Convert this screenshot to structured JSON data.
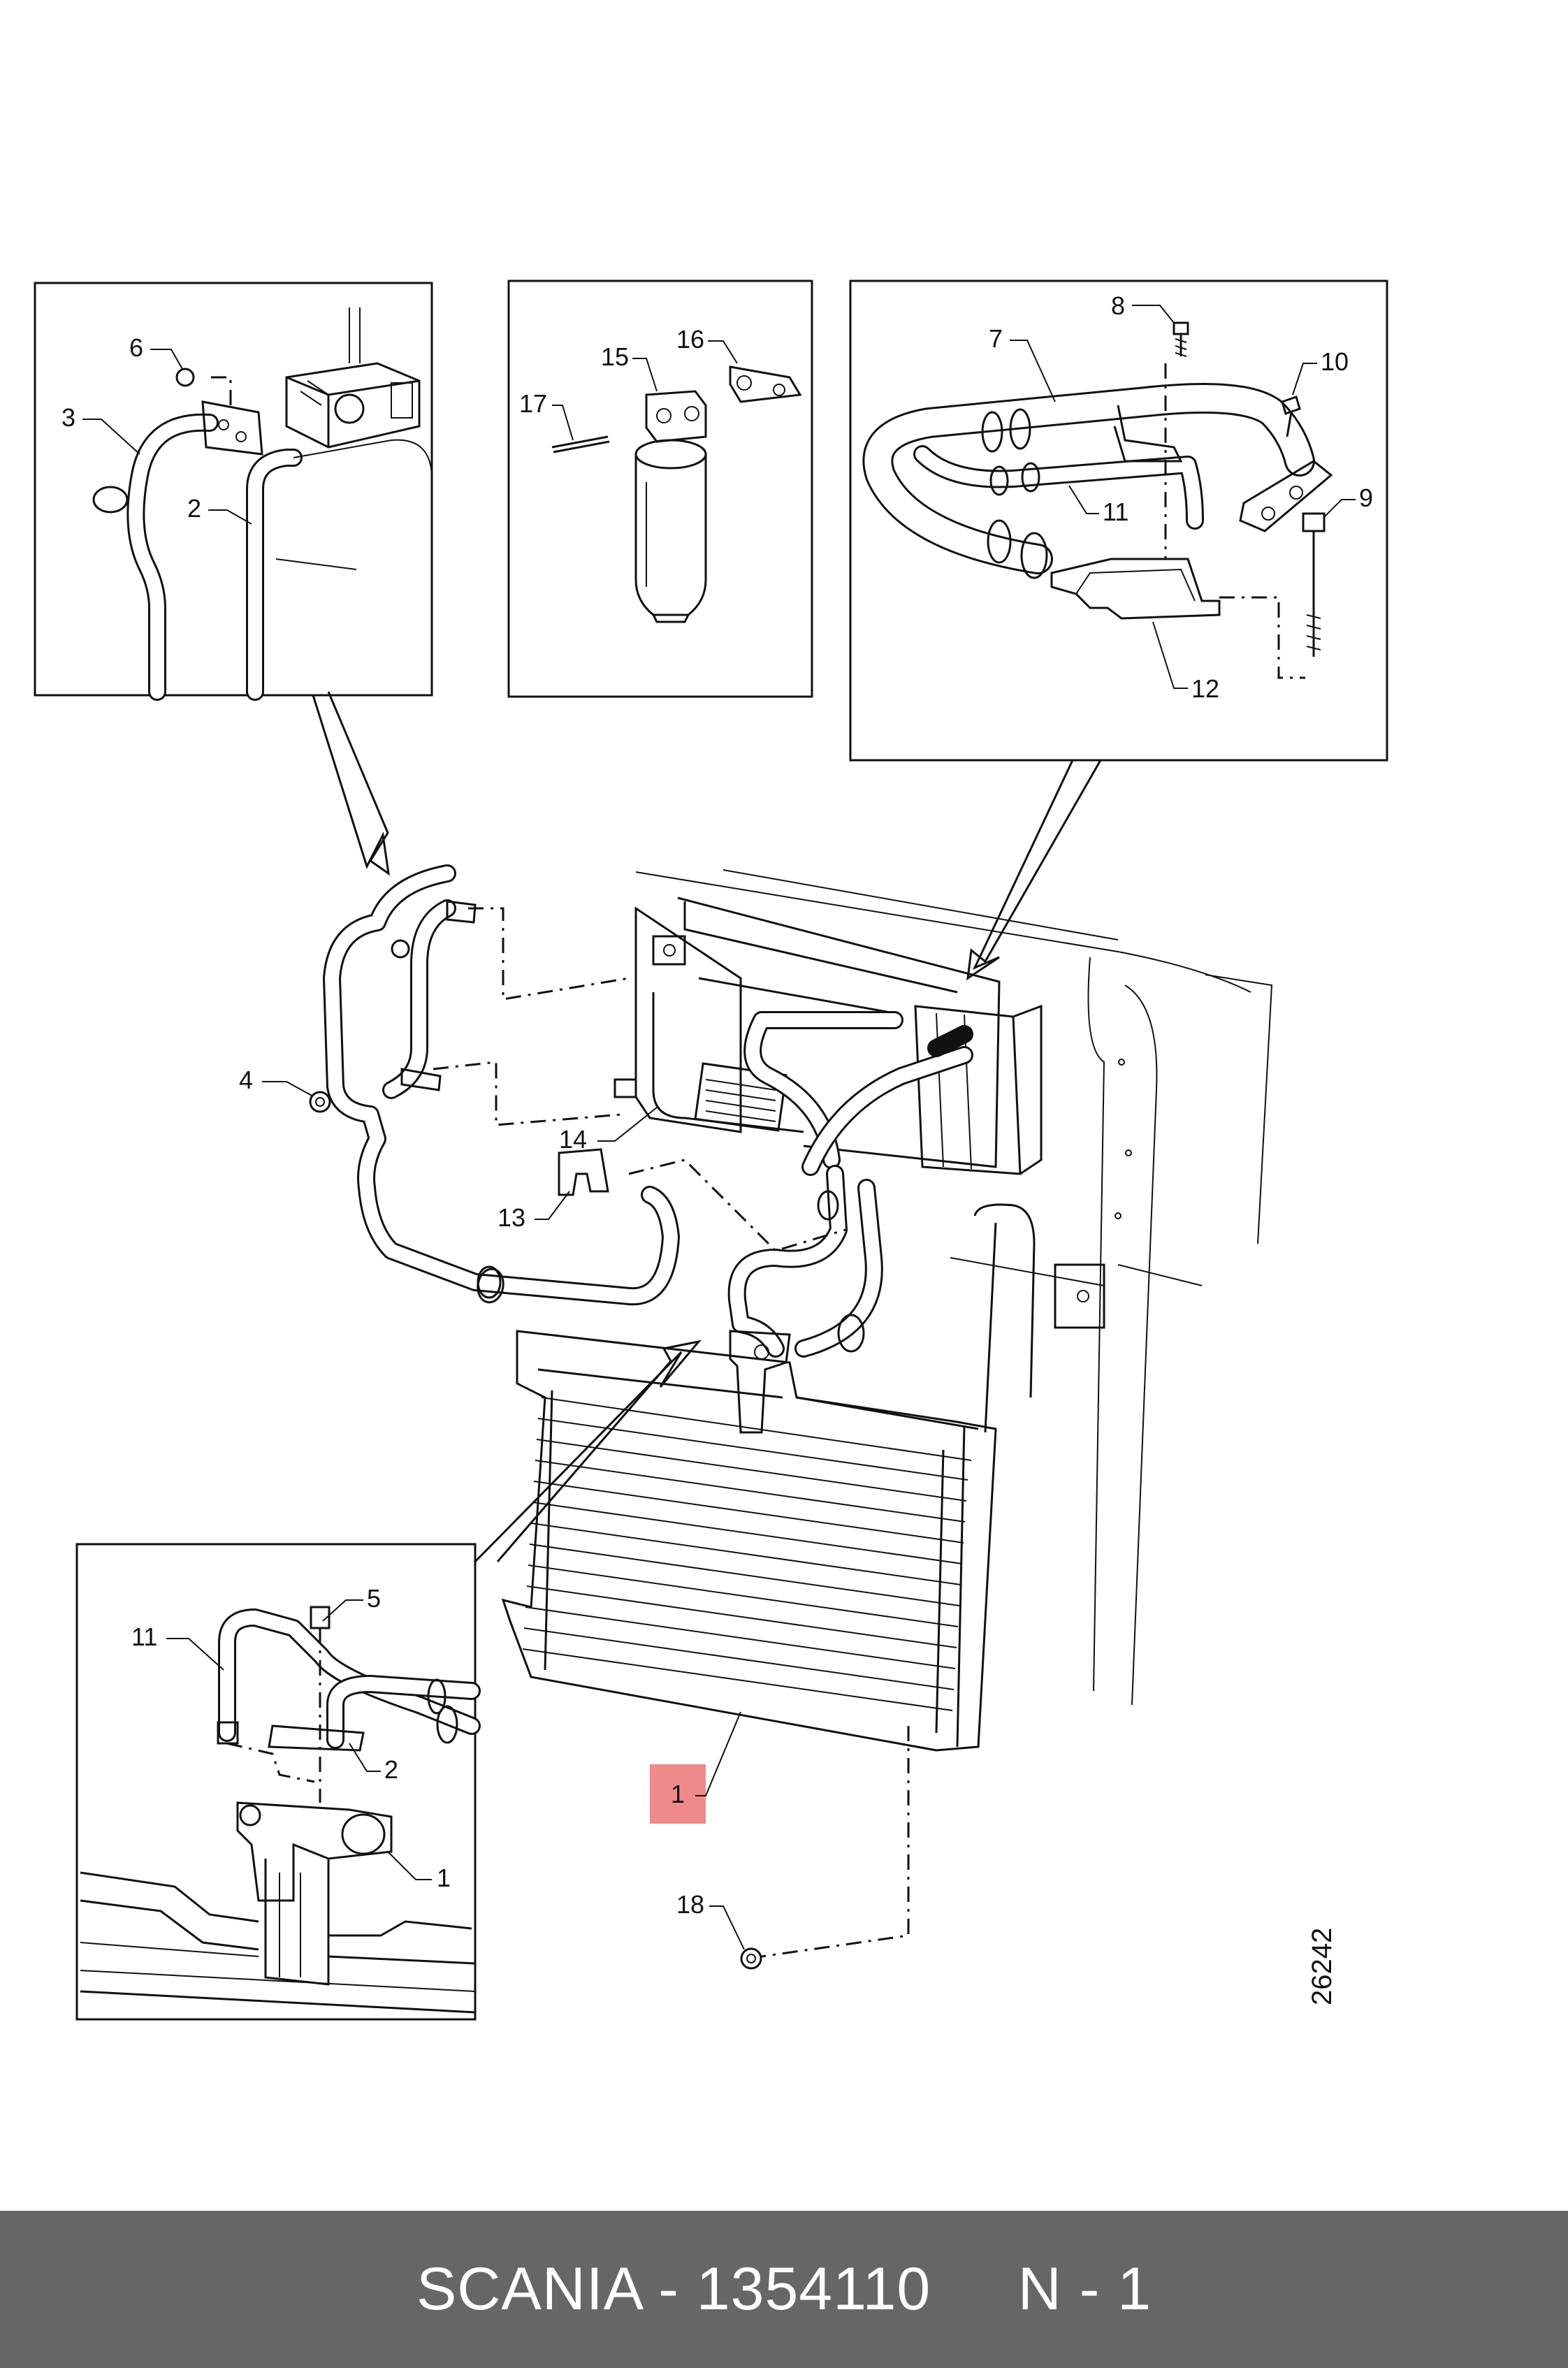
{
  "diagram": {
    "callouts": {
      "c1_main": "1",
      "c1_inset": "1",
      "c2_topleft": "2",
      "c2_inset": "2",
      "c3": "3",
      "c4": "4",
      "c5": "5",
      "c6": "6",
      "c7": "7",
      "c8": "8",
      "c9": "9",
      "c10": "10",
      "c11_topright": "11",
      "c11_inset": "11",
      "c12": "12",
      "c13": "13",
      "c14": "14",
      "c15": "15",
      "c16": "16",
      "c17": "17",
      "c18": "18"
    },
    "drawing_number": "26242",
    "highlight_color": "#ee8a8a"
  },
  "footer": {
    "text": "SCANIA - 1354110     N - 1",
    "background": "#666666"
  }
}
